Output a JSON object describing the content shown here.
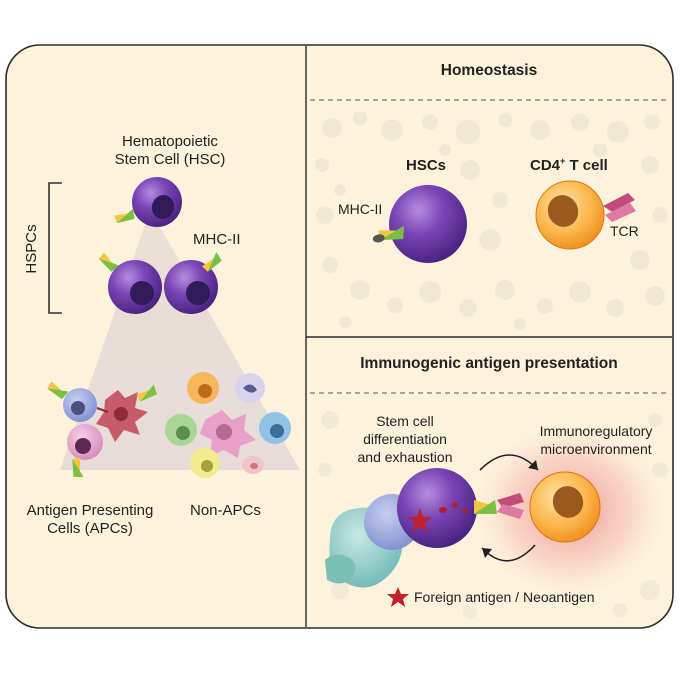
{
  "left_panel": {
    "hsc_label_line1": "Hematopoietic",
    "hsc_label_line2": "Stem Cell (HSC)",
    "hspcs_label": "HSPCs",
    "mhc_label": "MHC-II",
    "apc_label_line1": "Antigen Presenting",
    "apc_label_line2": "Cells (APCs)",
    "nonapc_label": "Non-APCs"
  },
  "homeostasis": {
    "title": "Homeostasis",
    "hsc_title": "HSCs",
    "cd4_title": "CD4",
    "cd4_sup": "+",
    "cd4_rest": " T cell",
    "mhc_label": "MHC-II",
    "tcr_label": "TCR"
  },
  "immunogenic": {
    "title": "Immunogenic antigen presentation",
    "stem_line1": "Stem cell",
    "stem_line2": "differentiation",
    "stem_line3": "and exhaustion",
    "immuno_line1": "Immunoregulatory",
    "immuno_line2": "microenvironment",
    "legend": "Foreign antigen / Neoantigen"
  },
  "colors": {
    "panel_bg": "#fdf3dc",
    "border": "#2a2a2a",
    "hsc_purple": "#6a3aa0",
    "tcell_orange": "#f8a83a",
    "mhc_green": "#7ac143",
    "tcr_pink": "#c24d78",
    "antigen_red": "#c0202a"
  }
}
